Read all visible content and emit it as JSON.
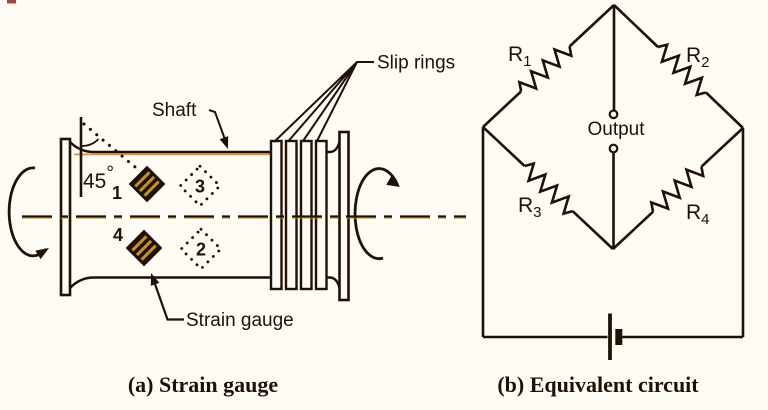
{
  "colors": {
    "background": "#fdfbf4",
    "ink": "#1f1205",
    "accent": "#c2922d"
  },
  "panel_a": {
    "caption": "(a) Strain gauge",
    "shaft_label": "Shaft",
    "slip_rings_label": "Slip rings",
    "strain_gauge_label": "Strain gauge",
    "angle_value": "45",
    "angle_unit": "°",
    "gauge_numbers": {
      "g1": "1",
      "g2": "2",
      "g3": "3",
      "g4": "4"
    }
  },
  "panel_b": {
    "caption": "(b) Equivalent circuit",
    "output_label": "Output",
    "resistor_symbol": "R",
    "resistor_subscripts": {
      "r1": "1",
      "r2": "2",
      "r3": "3",
      "r4": "4"
    }
  }
}
